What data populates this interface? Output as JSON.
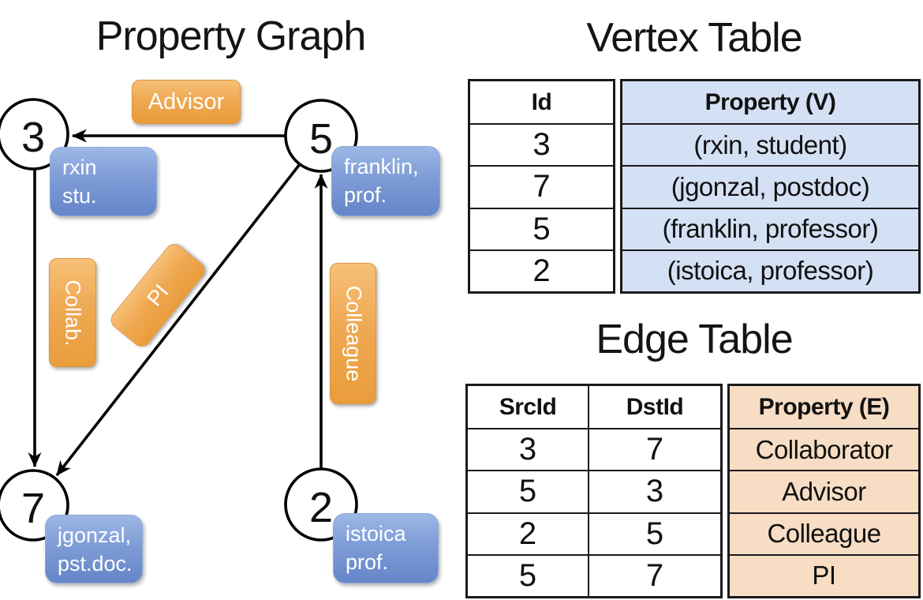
{
  "colors": {
    "edge_label_orange_top": "#f6c077",
    "edge_label_orange_bottom": "#e99c3a",
    "vertex_label_blue_top": "#9db8e6",
    "vertex_label_blue_bottom": "#6585c8",
    "vertex_table_property_fill": "#d4e0f3",
    "edge_table_property_fill": "#f6ddc3",
    "line_color": "#000000"
  },
  "property_graph": {
    "title": "Property Graph",
    "nodes": [
      {
        "id": "3",
        "property": {
          "line1": "rxin",
          "line2": "stu."
        }
      },
      {
        "id": "5",
        "property": {
          "line1": "franklin,",
          "line2": "prof."
        }
      },
      {
        "id": "7",
        "property": {
          "line1": "jgonzal,",
          "line2": "pst.doc."
        }
      },
      {
        "id": "2",
        "property": {
          "line1": "istoica",
          "line2": "prof."
        }
      }
    ],
    "edge_labels": [
      {
        "label": "Advisor"
      },
      {
        "label": "Collab."
      },
      {
        "label": "PI"
      },
      {
        "label": "Colleague"
      }
    ]
  },
  "vertex_table": {
    "title": "Vertex Table",
    "columns": [
      "Id",
      "Property (V)"
    ],
    "rows": [
      {
        "id": "3",
        "property": "(rxin, student)"
      },
      {
        "id": "7",
        "property": "(jgonzal, postdoc)"
      },
      {
        "id": "5",
        "property": "(franklin, professor)"
      },
      {
        "id": "2",
        "property": "(istoica, professor)"
      }
    ]
  },
  "edge_table": {
    "title": "Edge Table",
    "columns": [
      "SrcId",
      "DstId",
      "Property (E)"
    ],
    "rows": [
      {
        "src": "3",
        "dst": "7",
        "property": "Collaborator"
      },
      {
        "src": "5",
        "dst": "3",
        "property": "Advisor"
      },
      {
        "src": "2",
        "dst": "5",
        "property": "Colleague"
      },
      {
        "src": "5",
        "dst": "7",
        "property": "PI"
      }
    ]
  }
}
